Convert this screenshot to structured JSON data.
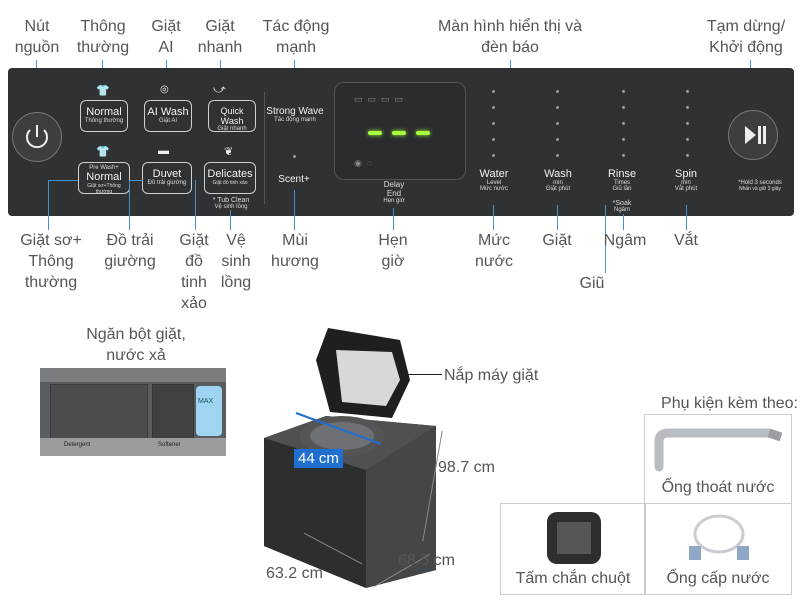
{
  "top_labels": {
    "power": "Nút nguồn",
    "normal": "Thông thường",
    "ai": "Giặt AI",
    "quick": "Giặt nhanh",
    "strong": "Tác động mạnh",
    "display": "Màn hình hiển thị và đèn báo",
    "pause": "Tạm dừng/ Khởi động"
  },
  "bottom_labels": {
    "prewash": "Giặt sơ+ Thông thường",
    "duvet": "Đồ trải giường",
    "delicates": "Giặt đồ tinh xảo",
    "tubclean": "Vệ sinh lồng",
    "scent": "Mùi hương",
    "delay": "Hẹn giờ",
    "water": "Mức nước",
    "wash": "Giặt",
    "soak": "Ngâm",
    "spin": "Vắt",
    "rinse": "Giũ"
  },
  "panel": {
    "normal": {
      "title": "Normal",
      "sub": "Thông thường"
    },
    "ai_wash": {
      "title": "AI Wash",
      "sub": "Giặt AI"
    },
    "quick_wash": {
      "title": "Quick Wash",
      "sub": "Giặt nhanh"
    },
    "prewash": {
      "top": "Pre Wash+",
      "title": "Normal",
      "sub": "Giặt sơ+Thông thường"
    },
    "duvet": {
      "title": "Duvet",
      "sub": "Đồ trải giường"
    },
    "delicates": {
      "title": "Delicates",
      "sub": "Giặt đồ tinh xảo"
    },
    "tub_clean": {
      "title": "* Tub Clean",
      "sub": "Vệ sinh lồng"
    },
    "strong_wave": {
      "title": "Strong Wave",
      "sub": "Tác động mạnh"
    },
    "scent": {
      "title": "Scent+"
    },
    "delay": {
      "title": "Delay",
      "title2": "End",
      "sub": "Hẹn giờ"
    },
    "water": {
      "title": "Water",
      "sub1": "Level",
      "sub2": "Mức nước"
    },
    "wash": {
      "title": "Wash",
      "sub1": "min",
      "sub2": "Giặt phút"
    },
    "rinse": {
      "title": "Rinse",
      "sub1": "Times",
      "sub2": "Giũ lần"
    },
    "soak": {
      "title": "*Soak",
      "sub": "Ngâm"
    },
    "spin": {
      "title": "Spin",
      "sub1": "min",
      "sub2": "Vắt phút"
    },
    "hold": {
      "line1": "*Hold 3 seconds",
      "line2": "Nhấn và giữ 3 giây"
    }
  },
  "bottom_section": {
    "dispenser": "Ngăn bột giặt, nước xả",
    "detergent": "Detergent",
    "softener": "Softener",
    "max": "MAX",
    "lid": "Nắp máy giặt",
    "inner_diameter": "44 cm",
    "height": "98.7 cm",
    "depth": "68.5 cm",
    "width": "63.2 cm",
    "accessories_title": "Phụ kiện kèm theo:",
    "drain_hose": "Ống thoát nước",
    "rat_guard": "Tấm chắn chuột",
    "inlet_hose": "Ống cấp nước"
  },
  "colors": {
    "panel": "#2f3133",
    "display_led": "#a6ff3d",
    "leader": "#4a90c8",
    "dim_label_bg": "#1f6fd0"
  }
}
